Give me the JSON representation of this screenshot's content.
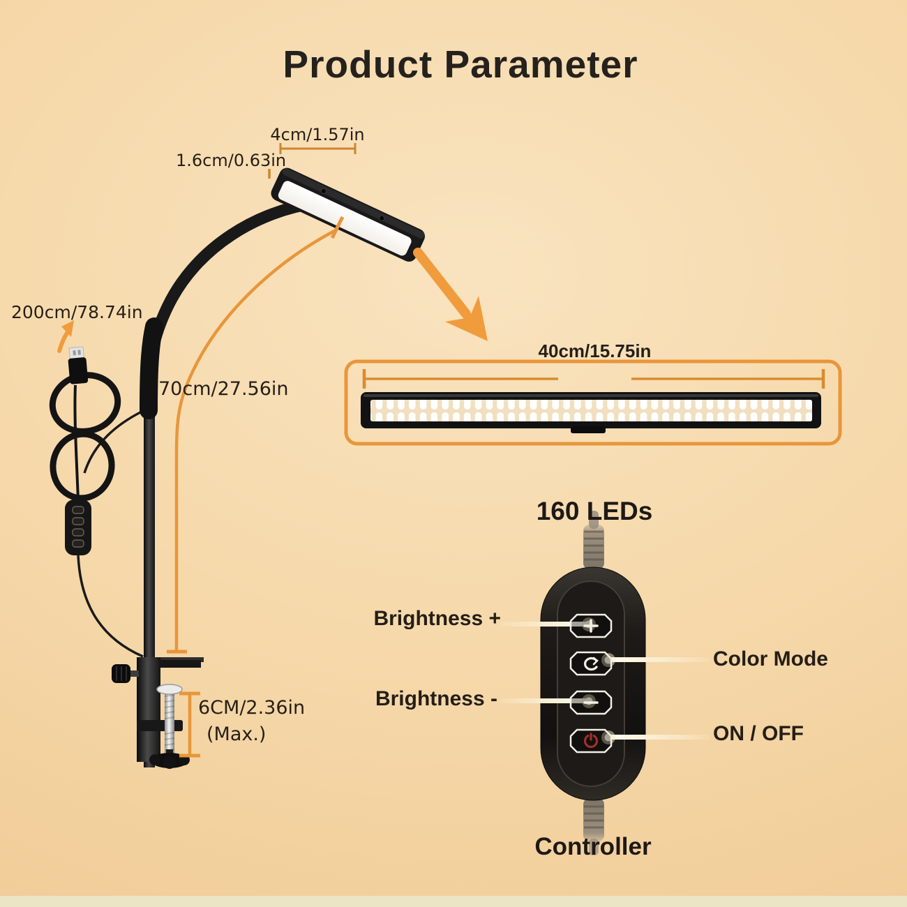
{
  "title": "Product Parameter",
  "background": {
    "base": "#f6d9ab",
    "bottom_strip": "#ebe5c5"
  },
  "accent": {
    "orange": "#e8963a",
    "arrow_orange": "#f09c3c",
    "dim_amber": "#d08a2e",
    "beam_cream": "#fdf3da",
    "power_red": "#a03028"
  },
  "dimensions": {
    "head_width": "4cm/1.57in",
    "head_thickness": "1.6cm/0.63in",
    "cable_length": "200cm/78.74in",
    "arm_height": "70cm/27.56in",
    "clamp_opening": "6CM/2.36in",
    "clamp_opening_note": "(Max.)"
  },
  "led_bar": {
    "width_label": "40cm/15.75in",
    "count_label": "160 LEDs",
    "visible_segments": 40
  },
  "controller": {
    "caption": "Controller",
    "buttons": [
      {
        "label": "Brightness +",
        "icon": "plus-icon"
      },
      {
        "label": "Color Mode",
        "icon": "color-cycle-icon"
      },
      {
        "label": "Brightness -",
        "icon": "minus-icon"
      },
      {
        "label": "ON / OFF",
        "icon": "power-icon"
      }
    ]
  }
}
